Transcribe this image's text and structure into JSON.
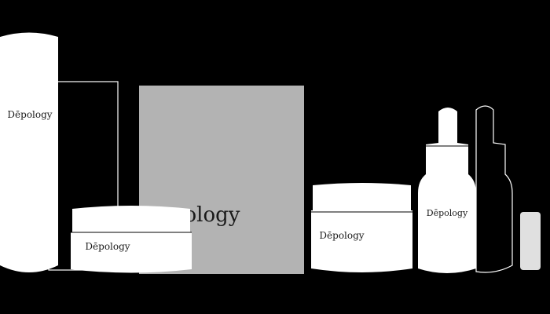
{
  "product_group": {
    "tall_bottle": {
      "brand": "Dēpology"
    },
    "short_jar": {
      "brand": "Dēpology"
    },
    "gift_box": {
      "brand": "ology"
    },
    "right_jar": {
      "brand": "Dēpology"
    },
    "dropper_bottle": {
      "brand": "Dēpology"
    }
  },
  "colors": {
    "background": "#000000",
    "product_white": "#ffffff",
    "box_gray": "#b3b3b3",
    "label_text": "#1a1a1a"
  }
}
